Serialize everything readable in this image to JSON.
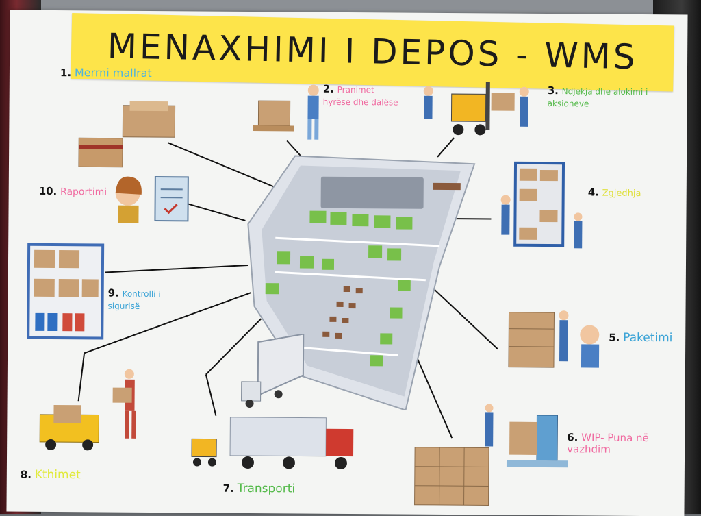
{
  "poster": {
    "title": "MENAXHIMI I DEPOS - WMS",
    "steps": [
      {
        "num": "1.",
        "text": "Merrni mallrat",
        "color": "#4fb4de"
      },
      {
        "num": "2.",
        "text": "Pranimet hyrëse dhe dalëse",
        "color": "#f06aa0"
      },
      {
        "num": "3.",
        "text": "Ndjekja dhe alokimi i aksioneve",
        "color": "#52b948"
      },
      {
        "num": "4.",
        "text": "Zgjedhja",
        "color": "#dfe03a"
      },
      {
        "num": "5.",
        "text": "Paketimi",
        "color": "#3aa3d6"
      },
      {
        "num": "6.",
        "text": "WIP- Puna në vazhdim",
        "color": "#f06aa0"
      },
      {
        "num": "7.",
        "text": "Transporti",
        "color": "#52b948"
      },
      {
        "num": "8.",
        "text": "Kthimet",
        "color": "#e1ea3b"
      },
      {
        "num": "9.",
        "text": "Kontrolli i sigurisë",
        "color": "#3aa3d6"
      },
      {
        "num": "10.",
        "text": "Raportimi",
        "color": "#f06aa0"
      }
    ]
  },
  "icons": {
    "center": "warehouse-floorplan-icon",
    "boxes": "cardboard-boxes-icon",
    "worker": "warehouse-worker-icon",
    "forklift": "forklift-icon",
    "shelving": "storage-shelves-icon",
    "truck": "delivery-truck-icon",
    "scale": "weighing-scale-icon",
    "report": "clipboard-report-icon"
  }
}
